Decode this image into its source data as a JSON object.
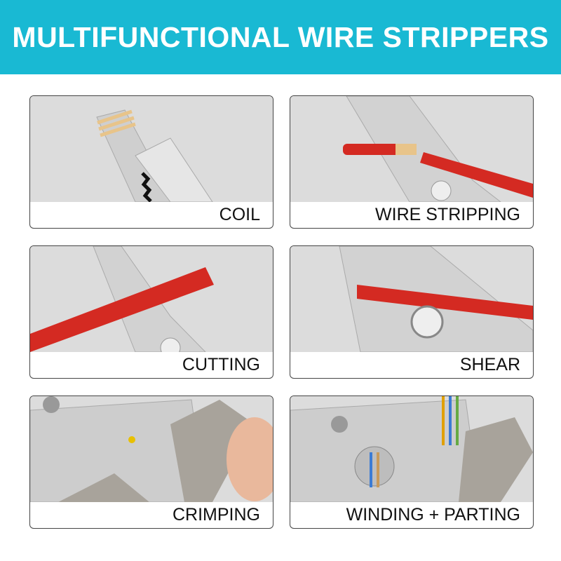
{
  "header": {
    "title": "MULTIFUNCTIONAL WIRE STRIPPERS"
  },
  "colors": {
    "header_bg": "#19b9d3",
    "photo_bg": "#dcdcdc",
    "wire_red": "#d42a22",
    "steel": "#c9c9c9"
  },
  "panels": [
    {
      "label": "COIL",
      "wire": false
    },
    {
      "label": "WIRE STRIPPING",
      "wire": true
    },
    {
      "label": "CUTTING",
      "wire": true
    },
    {
      "label": "SHEAR",
      "wire": true
    },
    {
      "label": "CRIMPING",
      "wire": false
    },
    {
      "label": "WINDING + PARTING",
      "wire": false
    }
  ]
}
